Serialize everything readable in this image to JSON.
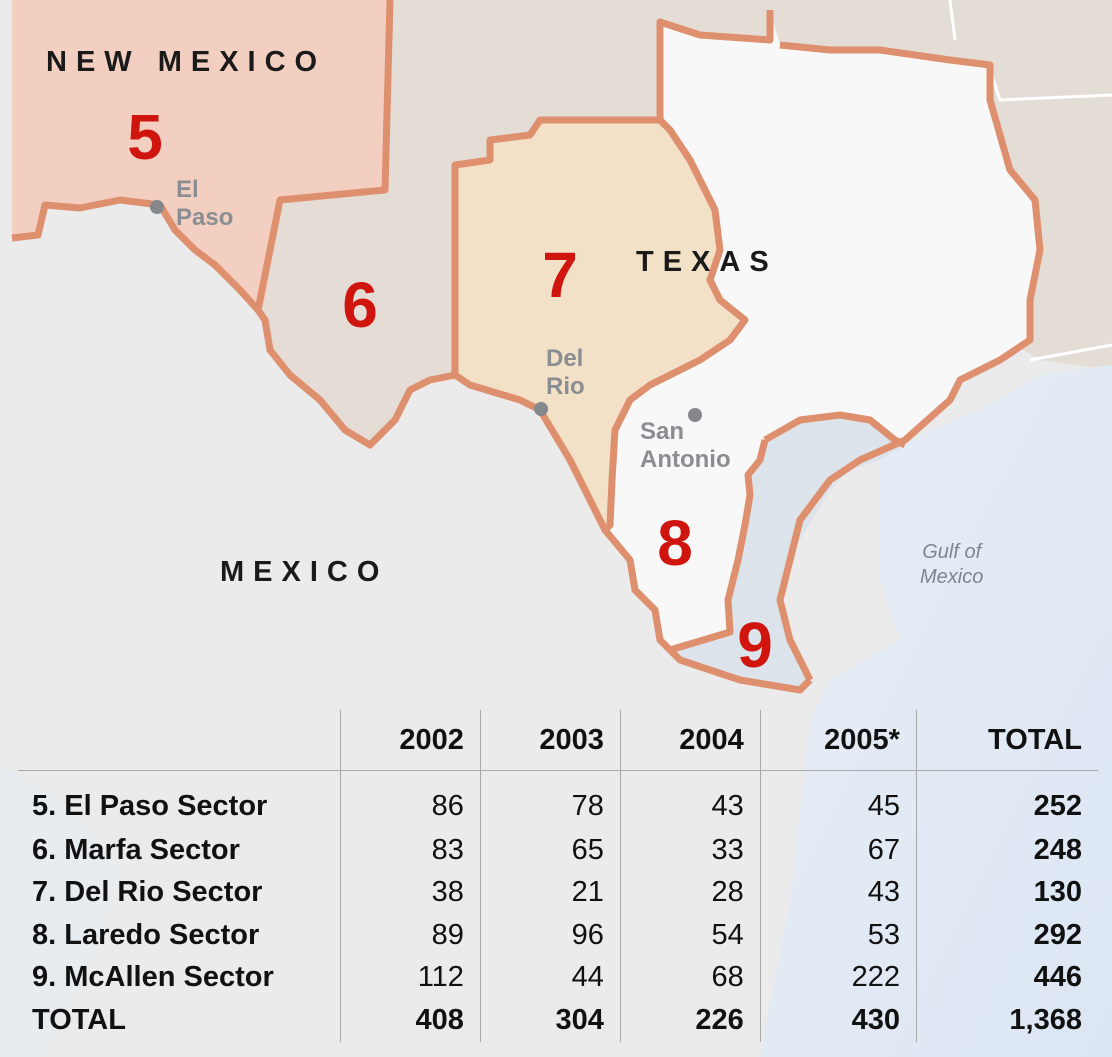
{
  "regions": {
    "new_mexico": "NEW MEXICO",
    "texas": "TEXAS",
    "mexico": "MEXICO"
  },
  "water": {
    "gulf": "Gulf of\nMexico"
  },
  "cities": {
    "el_paso": "El\nPaso",
    "del_rio": "Del\nRio",
    "san_antonio": "San\nAntonio"
  },
  "sector_numbers": {
    "s5": "5",
    "s6": "6",
    "s7": "7",
    "s8": "8",
    "s9": "9"
  },
  "colors": {
    "sector5_fill": "#f3cfc2",
    "sector6_fill": "#e5ddd5",
    "sector7_fill": "#f3e1c7",
    "sector8_fill": "#f7f7f7",
    "sector9_fill": "#dde3ea",
    "border": "#de8f6e",
    "sector_number": "#d0140e"
  },
  "table": {
    "headers": [
      "",
      "2002",
      "2003",
      "2004",
      "2005*",
      "TOTAL"
    ],
    "rows": [
      {
        "label": "5. El Paso Sector",
        "values": [
          "86",
          "78",
          "43",
          "45"
        ],
        "total": "252"
      },
      {
        "label": "6. Marfa Sector",
        "values": [
          "83",
          "65",
          "33",
          "67"
        ],
        "total": "248"
      },
      {
        "label": "7. Del Rio Sector",
        "values": [
          "38",
          "21",
          "28",
          "43"
        ],
        "total": "130"
      },
      {
        "label": "8. Laredo Sector",
        "values": [
          "89",
          "96",
          "54",
          "53"
        ],
        "total": "292"
      },
      {
        "label": "9. McAllen Sector",
        "values": [
          "112",
          "44",
          "68",
          "222"
        ],
        "total": "446"
      }
    ],
    "total_row": {
      "label": "TOTAL",
      "values": [
        "408",
        "304",
        "226",
        "430"
      ],
      "total": "1,368"
    }
  }
}
